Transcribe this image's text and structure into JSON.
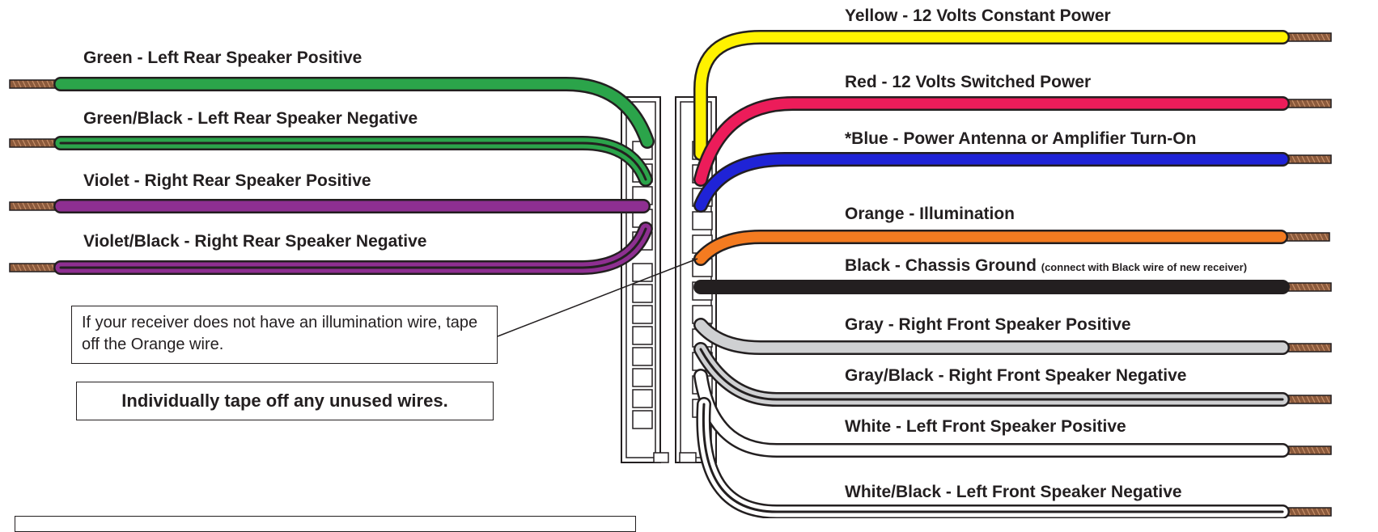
{
  "wires_left": [
    {
      "label": "Green - Left Rear Speaker Positive",
      "color": "#2ba44a",
      "stripe": null
    },
    {
      "label": "Green/Black - Left Rear Speaker Negative",
      "color": "#2ba44a",
      "stripe": "#231f20"
    },
    {
      "label": "Violet - Right Rear Speaker Positive",
      "color": "#8e2f91",
      "stripe": null
    },
    {
      "label": "Violet/Black - Right Rear Speaker Negative",
      "color": "#8e2f91",
      "stripe": "#231f20"
    }
  ],
  "wires_right": [
    {
      "label": "Yellow - 12 Volts Constant Power",
      "color": "#fff200",
      "stripe": null
    },
    {
      "label": "Red - 12 Volts Switched Power",
      "color": "#ec1c5a",
      "stripe": null
    },
    {
      "label": "*Blue - Power Antenna or Amplifier Turn-On",
      "color": "#1f23d6",
      "stripe": null
    },
    {
      "label": "Orange - Illumination",
      "color": "#f47b20",
      "stripe": null
    },
    {
      "label": "Black - Chassis Ground",
      "note": "(connect with Black wire of new receiver)",
      "color": "#231f20",
      "stripe": null
    },
    {
      "label": "Gray - Right Front Speaker Positive",
      "color": "#cfd0d2",
      "stripe": null
    },
    {
      "label": "Gray/Black - Right Front Speaker Negative",
      "color": "#cfd0d2",
      "stripe": "#231f20"
    },
    {
      "label": "White - Left Front Speaker Positive",
      "color": "#ffffff",
      "stripe": null
    },
    {
      "label": "White/Black - Left Front Speaker Negative",
      "color": "#ffffff",
      "stripe": "#231f20"
    }
  ],
  "notes": {
    "illumination": "If your receiver does not have an illumination wire, tape off the Orange wire.",
    "tape_off": "Individually tape off any unused wires."
  },
  "colors": {
    "outline": "#231f20",
    "copper": "#8b5a3c",
    "copper_light": "#c8906a"
  }
}
